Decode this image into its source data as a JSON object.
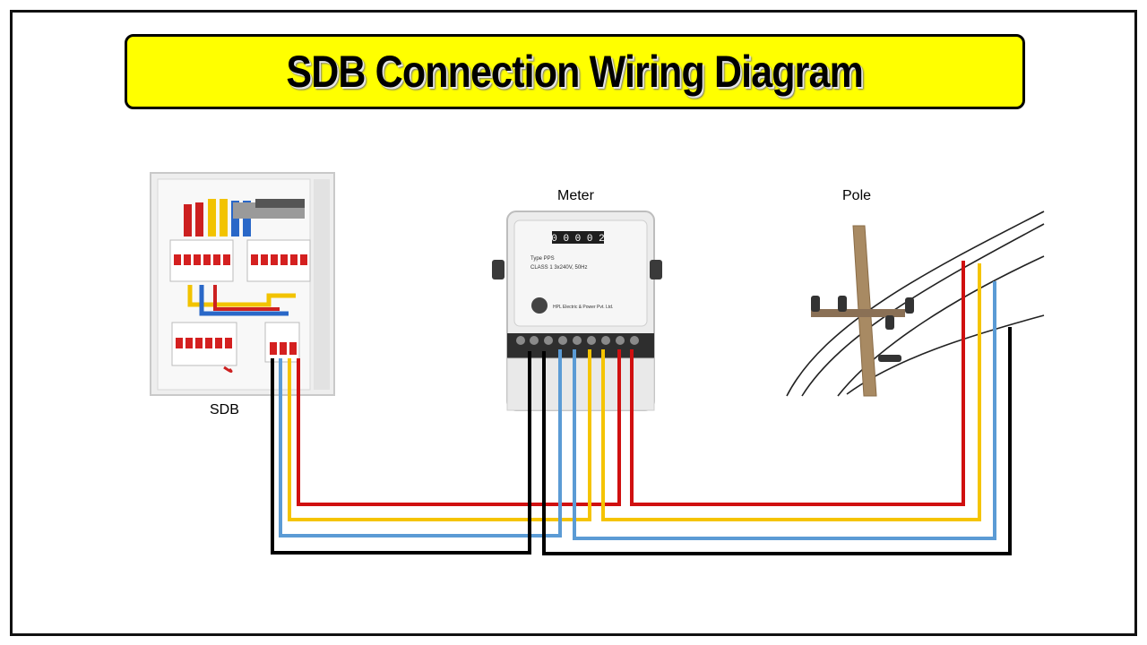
{
  "title": "SDB Connection Wiring Diagram",
  "labels": {
    "sdb": "SDB",
    "meter": "Meter",
    "pole": "Pole"
  },
  "meter_face": {
    "reading": "0 0 0 0 2",
    "type_line": "Type PPS",
    "class_line": "CLASS 1   3x240V, 50Hz",
    "maker": "HPL Electric & Power Pvt. Ltd."
  },
  "colors": {
    "banner": "#ffff00",
    "wire_red": "#d01010",
    "wire_yellow": "#f5c400",
    "wire_blue": "#5b9bd5",
    "wire_black": "#000000"
  }
}
